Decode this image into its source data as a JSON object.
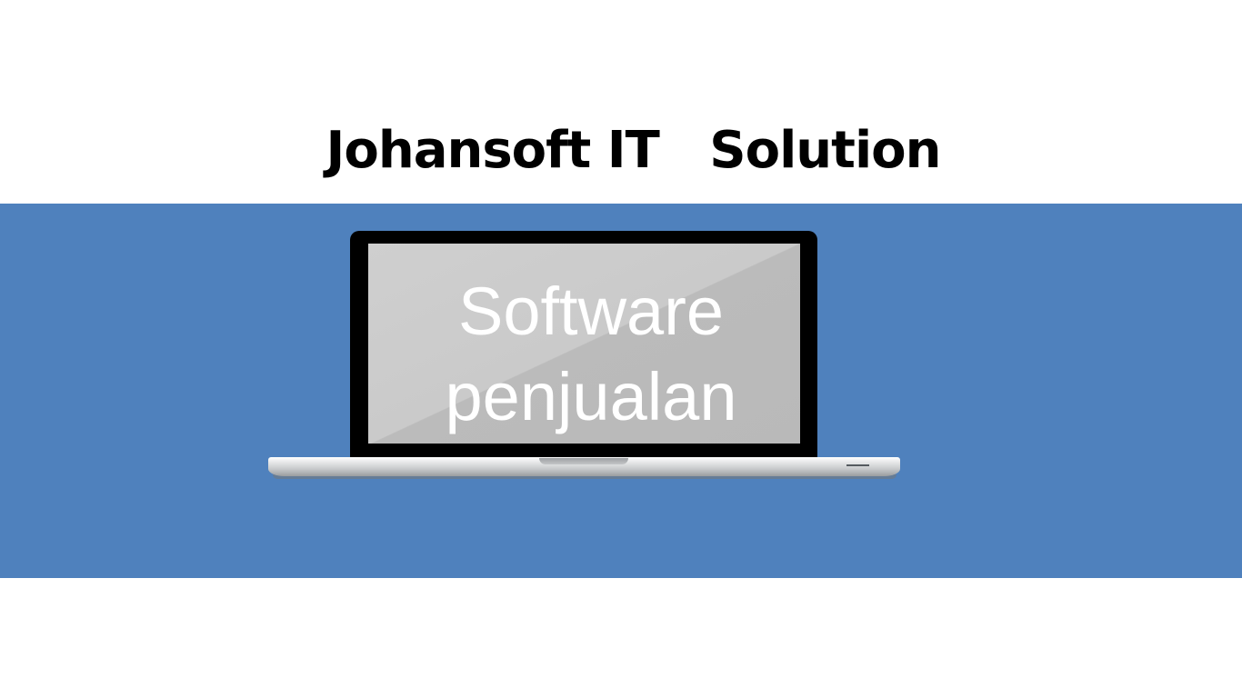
{
  "slide": {
    "title": "Johansoft IT   Solution",
    "screen_line1": "Software",
    "screen_line2": "penjualan"
  },
  "colors": {
    "band": "#4f81bd",
    "title": "#000000",
    "screen_text": "#ffffff"
  }
}
